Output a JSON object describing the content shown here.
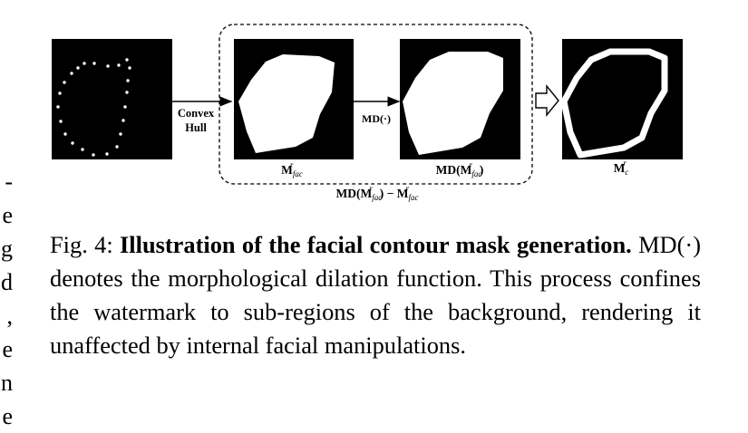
{
  "left_margin_fragments": [
    "-",
    "e",
    "g",
    "d",
    ",",
    "e",
    "n",
    "e"
  ],
  "figure": {
    "arrow1_label_line1": "Convex",
    "arrow1_label_line2": "Hull",
    "arrow2_label": "MD(·)",
    "panel2_label": "M",
    "panel2_label_sup": "r",
    "panel2_label_sub": "fac",
    "panel3_label_pre": "MD(M",
    "panel3_label_sup": "r",
    "panel3_label_sub": "fac",
    "panel3_label_post": ")",
    "box_label_pre": "MD(M",
    "box_label_sup1": "r",
    "box_label_sub1": "fac",
    "box_label_mid": ") − M",
    "box_label_sup2": "r",
    "box_label_sub2": "fac",
    "panel4_label": "M",
    "panel4_label_sup": "r",
    "panel4_label_sub": "c"
  },
  "caption": {
    "label": "Fig. 4:",
    "title": "Illustration of the facial contour mask generation.",
    "body": "MD(·) denotes the morphological dilation function. This process confines the watermark to sub-regions of the background, rendering it unaffected by internal facial manipulations."
  }
}
